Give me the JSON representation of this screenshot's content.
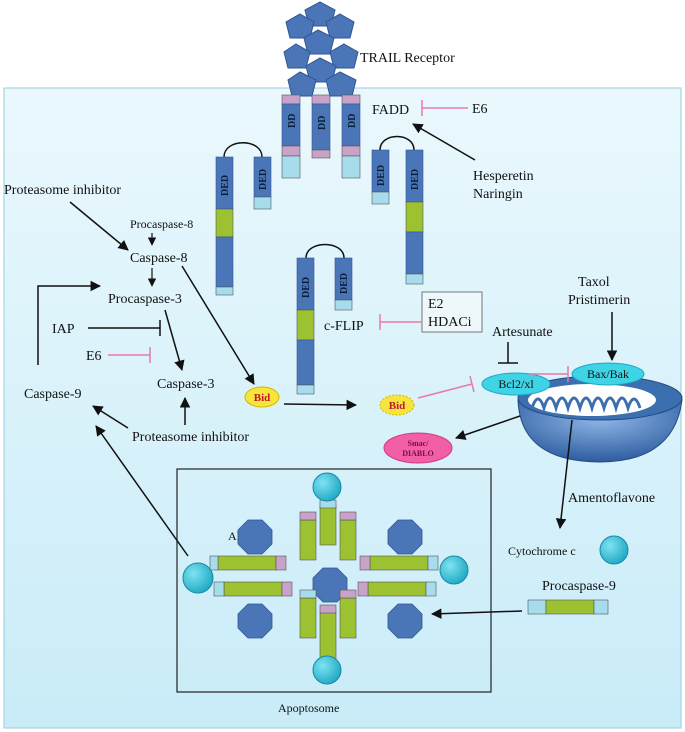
{
  "colors": {
    "background_panel": "#dff4fb",
    "domain_blue": "#4a76b8",
    "domain_light": "#a7dced",
    "domain_lilac": "#c8a2c8",
    "domain_green": "#9cc232",
    "inhibit_pink": "#e87aa8",
    "bid_yellow": "#f6e53a",
    "smac_pink": "#f25fa7",
    "bcl_cyan": "#3fd3e6",
    "mito_blue": "#3b6fb0"
  },
  "labels": {
    "trail_receptor": "TRAIL Receptor",
    "fadd": "FADD",
    "e6_top": "E6",
    "hesperetin": "Hesperetin",
    "naringin": "Naringin",
    "proteasome_inhibitor_top": "Proteasome inhibitor",
    "procaspase8": "Procaspase-8",
    "caspase8": "Caspase-8",
    "procaspase3": "Procaspase-3",
    "iap": "IAP",
    "e6_left": "E6",
    "caspase3": "Caspase-3",
    "caspase9": "Caspase-9",
    "proteasome_inhibitor_bottom": "Proteasome inhibitor",
    "bid_left": "Bid",
    "bid_right": "Bid",
    "cflip": "c-FLIP",
    "e2": "E2",
    "hdaci": "HDACi",
    "artesunate": "Artesunate",
    "taxol": "Taxol",
    "pristimerin": "Pristimerin",
    "bcl2": "Bcl2/xl",
    "baxbak": "Bax/Bak",
    "smac_line1": "Smac/",
    "smac_line2": "DIABLO",
    "amentoflavone": "Amentoflavone",
    "cytochrome_c": "Cytochrome c",
    "procaspase9": "Procaspase-9",
    "apaf": "APAF",
    "apoptosome": "Apoptosome",
    "dd": "DD",
    "ded": "DED"
  }
}
